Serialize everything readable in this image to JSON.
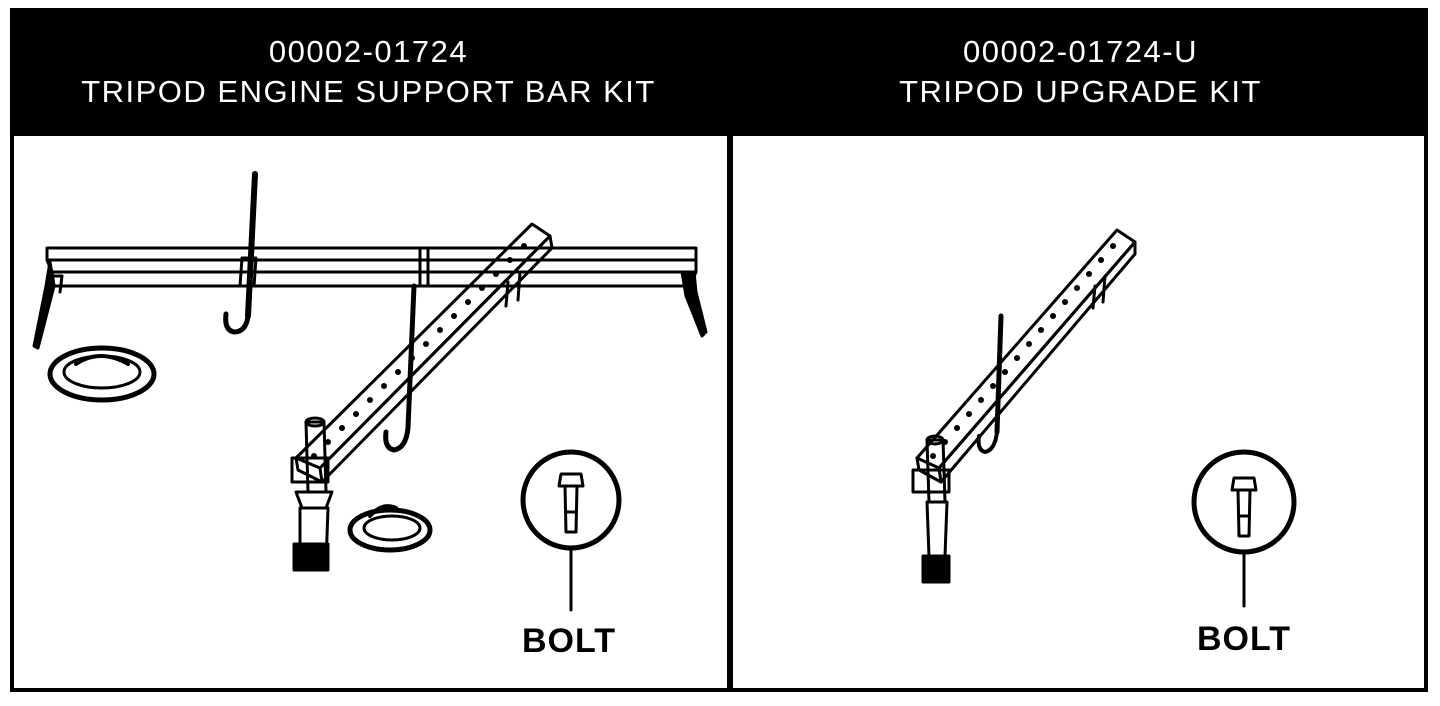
{
  "panels": [
    {
      "part_number": "00002-01724",
      "title": "TRIPOD ENGINE SUPPORT BAR KIT",
      "callout_label": "BOLT"
    },
    {
      "part_number": "00002-01724-U",
      "title": "TRIPOD UPGRADE KIT",
      "callout_label": "BOLT"
    }
  ],
  "colors": {
    "ink": "#000000",
    "paper": "#ffffff"
  }
}
